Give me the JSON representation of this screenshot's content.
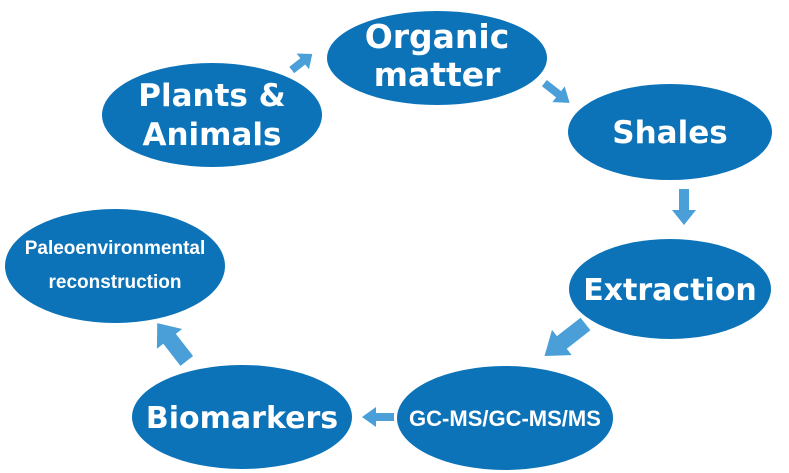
{
  "colors": {
    "node_fill": "#0c73b8",
    "node_text": "#ffffff",
    "arrow": "#4a9fd8",
    "background": "#ffffff"
  },
  "nodes": {
    "organic_matter": {
      "line1": "Organic",
      "line2": "matter"
    },
    "plants_animals": {
      "line1": "Plants &",
      "line2": "Animals"
    },
    "shales": {
      "label": "Shales"
    },
    "extraction": {
      "label": "Extraction"
    },
    "gcms": {
      "label": "GC-MS/GC-MS/MS"
    },
    "biomarkers": {
      "label": "Biomarkers"
    },
    "paleo": {
      "line1": "Paleoenvironmental",
      "line2": "reconstruction"
    }
  },
  "flow": [
    {
      "from": "Plants & Animals",
      "to": "Organic matter",
      "icon": "arrow-up-right-icon"
    },
    {
      "from": "Organic matter",
      "to": "Shales",
      "icon": "arrow-down-right-icon"
    },
    {
      "from": "Shales",
      "to": "Extraction",
      "icon": "arrow-down-icon"
    },
    {
      "from": "Extraction",
      "to": "GC-MS/GC-MS/MS",
      "icon": "arrow-down-left-icon"
    },
    {
      "from": "GC-MS/GC-MS/MS",
      "to": "Biomarkers",
      "icon": "arrow-left-icon"
    },
    {
      "from": "Biomarkers",
      "to": "Paleoenvironmental reconstruction",
      "icon": "arrow-up-left-icon"
    }
  ]
}
